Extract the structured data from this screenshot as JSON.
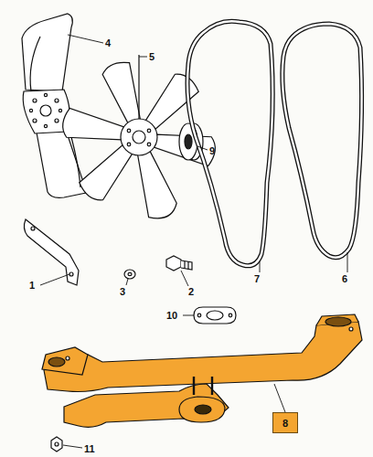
{
  "diagram": {
    "nodes": [
      {
        "text": [
          "8"
        ]
      }
    ],
    "labels": [
      "4",
      "5",
      "9",
      "7",
      "6",
      "1",
      "3",
      "2",
      "10",
      "11"
    ]
  }
}
